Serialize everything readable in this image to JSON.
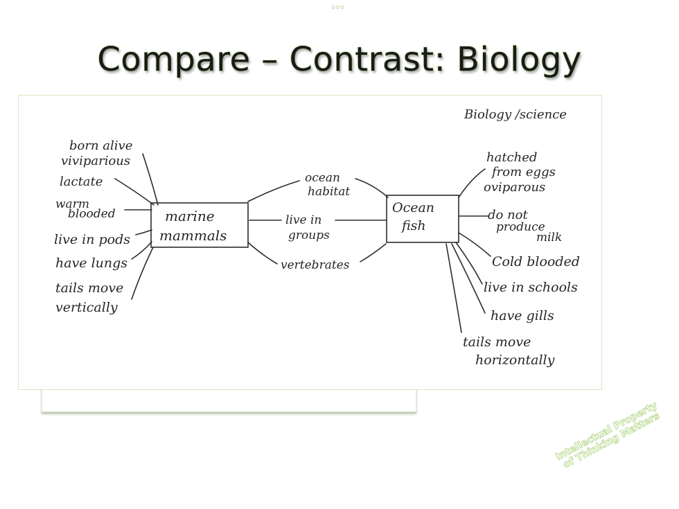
{
  "top_mark": "ooo",
  "slide": {
    "title": "Compare – Contrast: Biology"
  },
  "diagram": {
    "corner_note": "Biology /science",
    "left_node": {
      "line1": "marine",
      "line2": "mammals"
    },
    "right_node": {
      "line1": "Ocean",
      "line2": "fish"
    },
    "shared": [
      {
        "line1": "ocean",
        "line2": "habitat"
      },
      {
        "line1": "live in",
        "line2": "groups"
      },
      {
        "line1": "vertebrates",
        "line2": ""
      }
    ],
    "left_items": [
      {
        "line1": "born alive",
        "line2": "viviparious"
      },
      {
        "line1": "lactate",
        "line2": ""
      },
      {
        "line1": "warm",
        "line2": "blooded"
      },
      {
        "line1": "live in pods",
        "line2": ""
      },
      {
        "line1": "have lungs",
        "line2": ""
      },
      {
        "line1": "tails move",
        "line2": "vertically"
      }
    ],
    "right_items": [
      {
        "line1": "hatched",
        "line2": "from eggs",
        "line3": "oviparous"
      },
      {
        "line1": "do not",
        "line2": "produce",
        "line3": "milk"
      },
      {
        "line1": "Cold blooded",
        "line2": "",
        "line3": ""
      },
      {
        "line1": "live in schools",
        "line2": "",
        "line3": ""
      },
      {
        "line1": "have gills",
        "line2": "",
        "line3": ""
      },
      {
        "line1": "tails move",
        "line2": "horizontally",
        "line3": ""
      }
    ]
  },
  "watermark": {
    "line1": "Intellectual Property",
    "line2": "of Thinking Matters"
  }
}
